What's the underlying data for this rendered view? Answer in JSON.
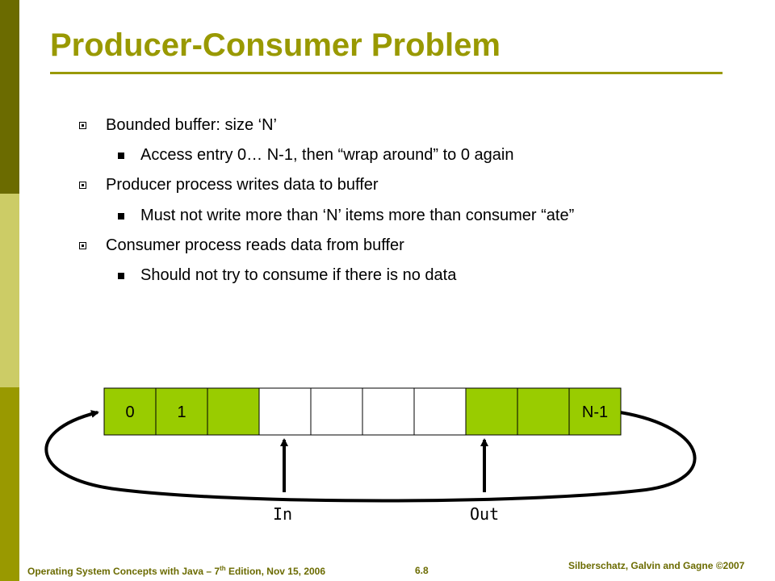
{
  "slide": {
    "title": "Producer-Consumer Problem",
    "colors": {
      "accent": "#999900",
      "dark": "#6b6b00",
      "light": "#cccc66",
      "filled_cell": "#99cc00"
    }
  },
  "bullets": [
    {
      "text": "Bounded buffer: size ‘N’"
    },
    {
      "text": "Access entry 0… N-1, then “wrap around” to 0 again"
    },
    {
      "text": "Producer process writes data to buffer"
    },
    {
      "text": "Must not write more than ‘N’ items more than consumer “ate”"
    },
    {
      "text": "Consumer process reads data from buffer"
    },
    {
      "text": "Should not try to consume if there is no data"
    }
  ],
  "buffer": {
    "cells": [
      {
        "label": "0",
        "filled": true
      },
      {
        "label": "1",
        "filled": true
      },
      {
        "label": "",
        "filled": true
      },
      {
        "label": "",
        "filled": false
      },
      {
        "label": "",
        "filled": false
      },
      {
        "label": "",
        "filled": false
      },
      {
        "label": "",
        "filled": false
      },
      {
        "label": "",
        "filled": true
      },
      {
        "label": "",
        "filled": true
      },
      {
        "label": "N-1",
        "filled": true
      }
    ],
    "in_label": "In",
    "out_label": "Out"
  },
  "footer": {
    "left_prefix": "Operating System Concepts with Java – 7",
    "left_sup": "th",
    "left_suffix": " Edition, Nov 15, 2006",
    "page": "6.8",
    "right": "Silberschatz, Galvin and Gagne ©2007"
  }
}
